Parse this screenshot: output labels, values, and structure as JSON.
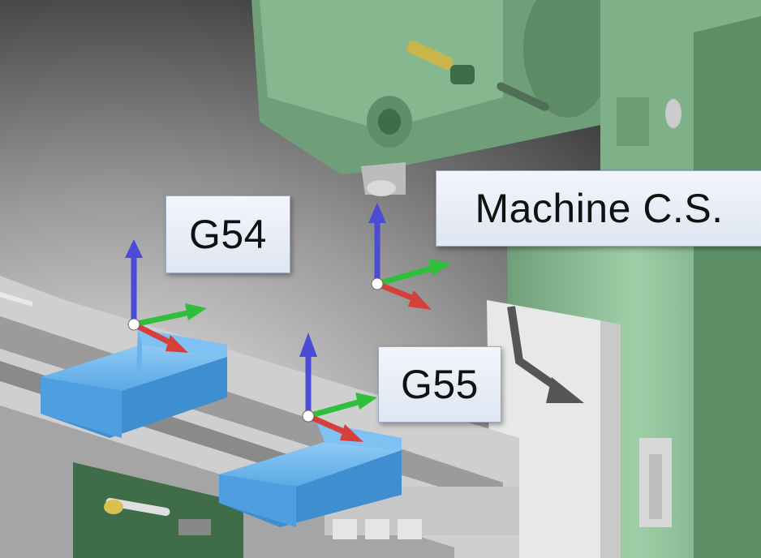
{
  "labels": {
    "g54": "G54",
    "g55": "G55",
    "machine": "Machine C.S."
  },
  "colors": {
    "machine_green": "#8fc39a",
    "machine_dark_green": "#3f6d4a",
    "workpiece_blue": "#5aa9e6",
    "axis_z": "#4b4bd6",
    "axis_y": "#2fbf3a",
    "axis_x": "#d6403a",
    "label_bg": "#e6ebf5"
  },
  "icons": [
    "axis-triad-icon",
    "l-shaped-arrow-icon"
  ]
}
